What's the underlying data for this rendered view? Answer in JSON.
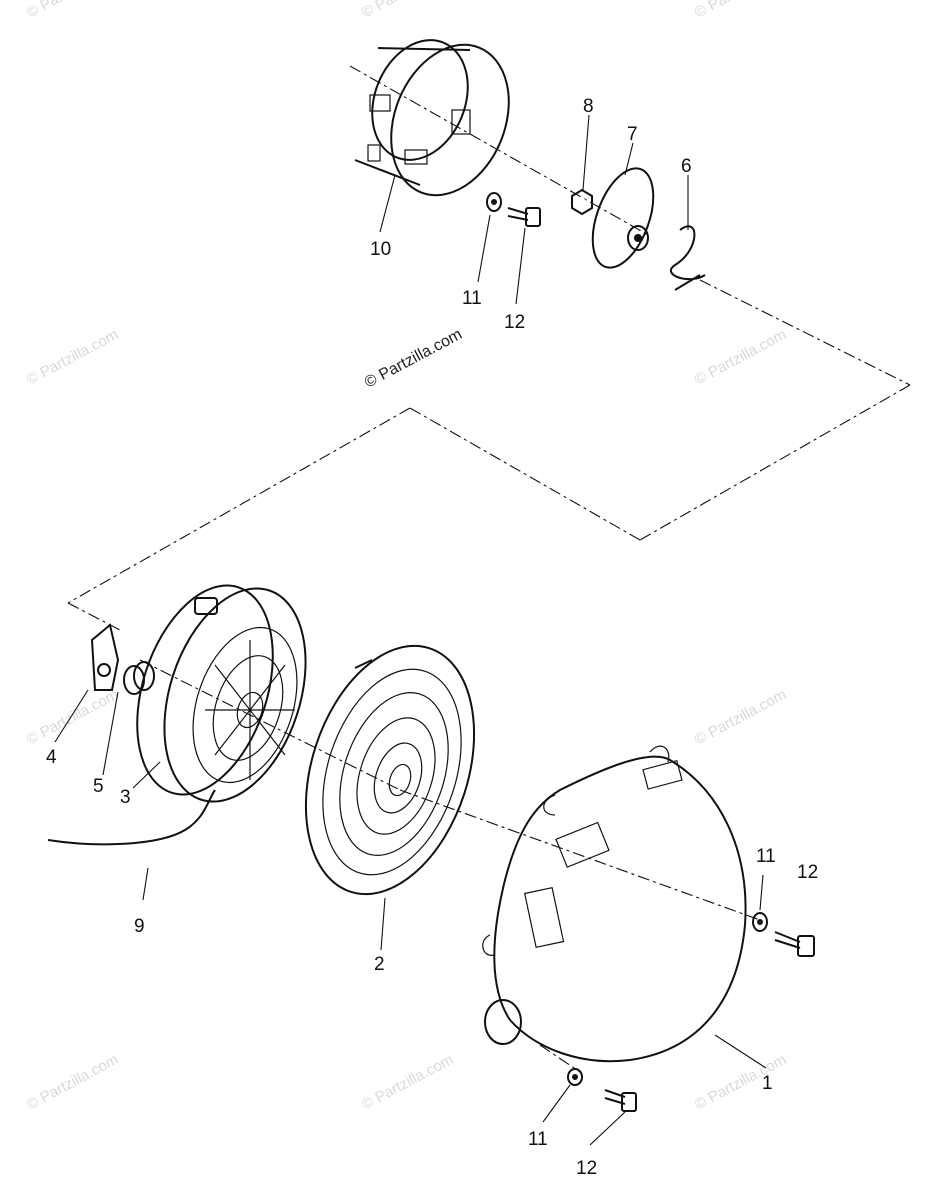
{
  "watermark": {
    "main": "© Partzilla.com",
    "faint": "© Partzilla.com"
  },
  "callouts": {
    "p1": "1",
    "p2": "2",
    "p3": "3",
    "p4": "4",
    "p5": "5",
    "p6": "6",
    "p7": "7",
    "p8": "8",
    "p9": "9",
    "p10": "10",
    "p11_top": "11",
    "p12_top": "12",
    "p11_right": "11",
    "p12_right": "12",
    "p11_bottom": "11",
    "p12_bottom": "12"
  },
  "colors": {
    "ink": "#111111",
    "watermark": "#d9d9d9",
    "background": "#ffffff"
  }
}
